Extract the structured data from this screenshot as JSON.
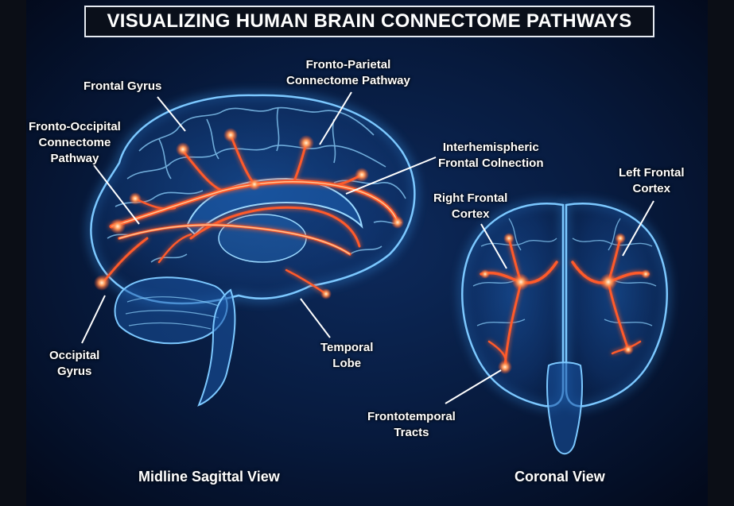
{
  "title": "VISUALIZING HUMAN BRAIN CONNECTOME PATHWAYS",
  "labels": {
    "frontal_gyrus": [
      "Frontal Gyrus"
    ],
    "fronto_occipital": [
      "Fronto-Occipital",
      "Connectome",
      "Pathway"
    ],
    "fronto_parietal": [
      "Fronto-Parietal",
      "Connectome Pathway"
    ],
    "interhemispheric": [
      "Interhemispheric",
      "Frontal Colnection"
    ],
    "occipital_gyrus": [
      "Occipital",
      "Gyrus"
    ],
    "temporal_lobe": [
      "Temporal",
      "Lobe"
    ],
    "right_frontal_cortex": [
      "Right Frontal",
      "Cortex"
    ],
    "left_frontal_cortex": [
      "Left Frontal",
      "Cortex"
    ],
    "frontotemporal_tracts": [
      "Frontotemporal",
      "Tracts"
    ]
  },
  "views": {
    "sagittal": "Midline Sagittal View",
    "coronal": "Coronal View"
  },
  "colors": {
    "background": "#061028",
    "brain_glow": "#3fa6ff",
    "pathway": "#ff5a2a",
    "pathway_core": "#ffd2a0",
    "label_text": "#ffffff"
  }
}
